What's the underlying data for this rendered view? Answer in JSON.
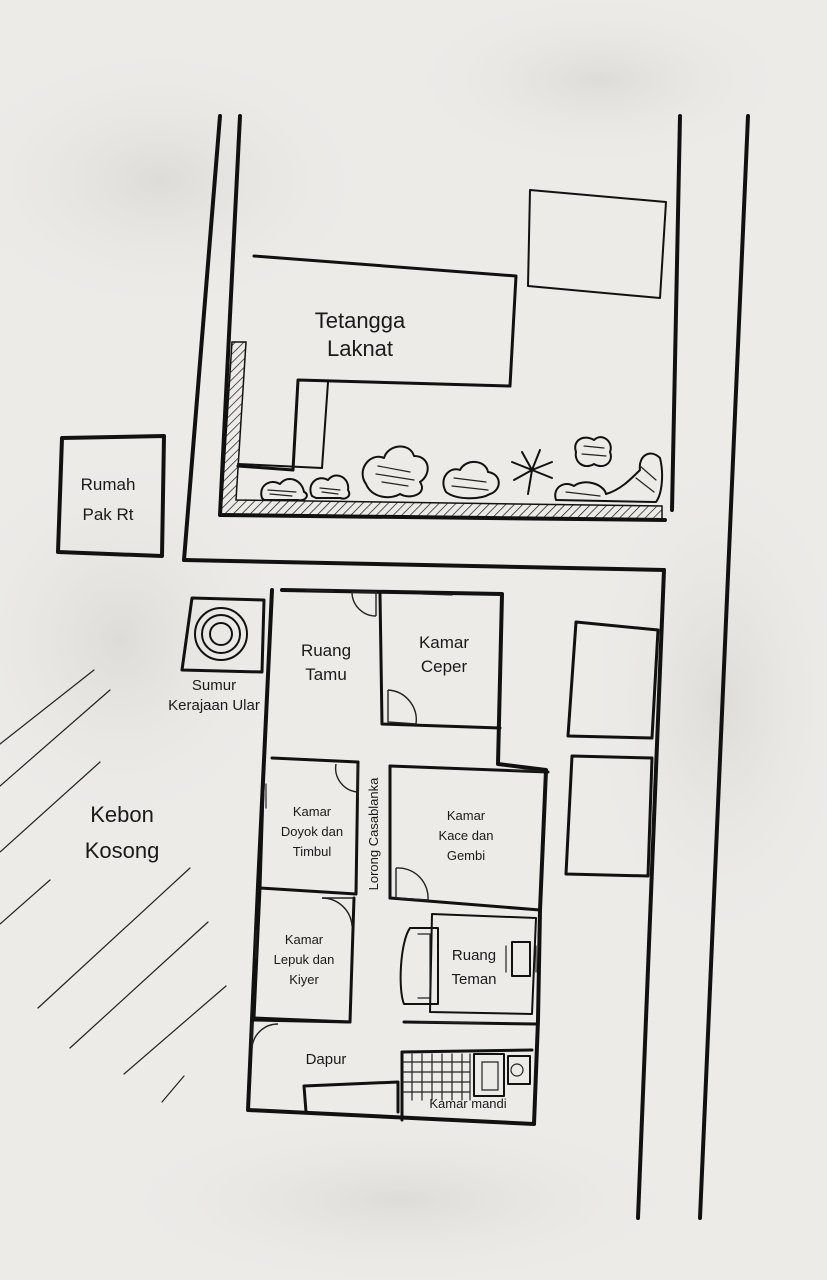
{
  "labels": {
    "neighbor": [
      "Tetangga",
      "Laknat"
    ],
    "rt_house": [
      "Rumah",
      "Pak Rt"
    ],
    "well": [
      "Sumur",
      "Kerajaan Ular"
    ],
    "field": [
      "Kebon",
      "Kosong"
    ],
    "living_room": [
      "Ruang",
      "Tamu"
    ],
    "room_ceper": [
      "Kamar",
      "Ceper"
    ],
    "room_doyok": [
      "Kamar",
      "Doyok dan",
      "Timbul"
    ],
    "hallway": "Lorong Casablanka",
    "room_kace": [
      "Kamar",
      "Kace dan",
      "Gembi"
    ],
    "room_lepuk": [
      "Kamar",
      "Lepuk dan",
      "Kiyer"
    ],
    "friend_room": [
      "Ruang",
      "Teman"
    ],
    "kitchen": "Dapur",
    "bathroom": "Kamar mandi"
  },
  "colors": {
    "paper": "#ecebe8",
    "ink": "#111111"
  }
}
